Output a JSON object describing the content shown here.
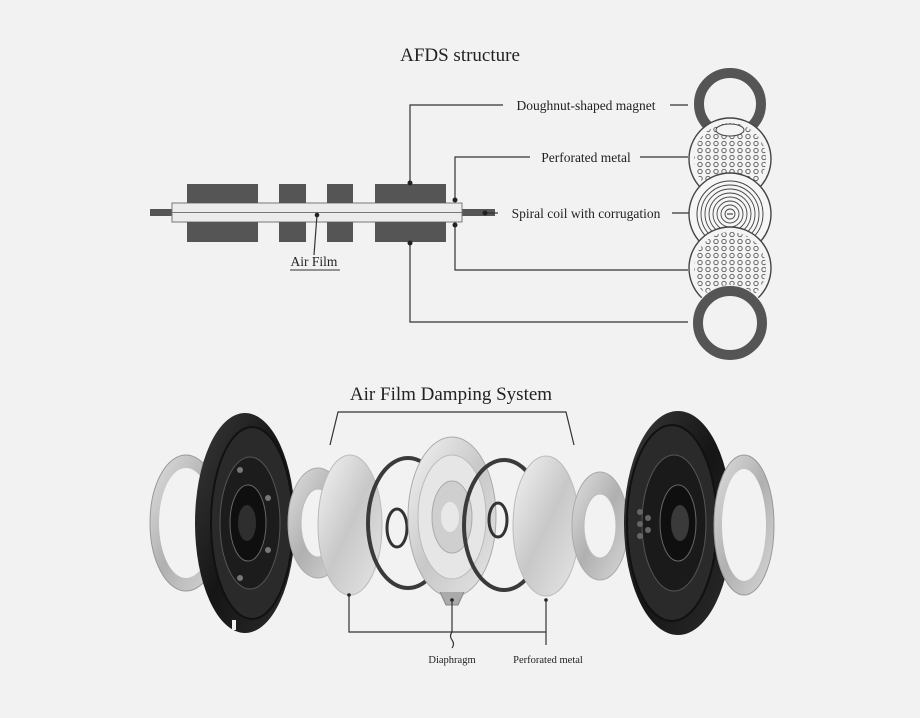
{
  "top": {
    "title": "AFDS structure",
    "labels": {
      "magnet": "Doughnut-shaped magnet",
      "perforated": "Perforated metal",
      "coil": "Spiral coil with corrugation",
      "air_film": "Air Film"
    }
  },
  "bottom": {
    "title": "Air Film Damping System",
    "labels": {
      "diaphragm": "Diaphragm",
      "perforated": "Perforated metal"
    }
  },
  "colors": {
    "background": "#f2f2f2",
    "magnet": "#555555",
    "line": "#333333"
  }
}
